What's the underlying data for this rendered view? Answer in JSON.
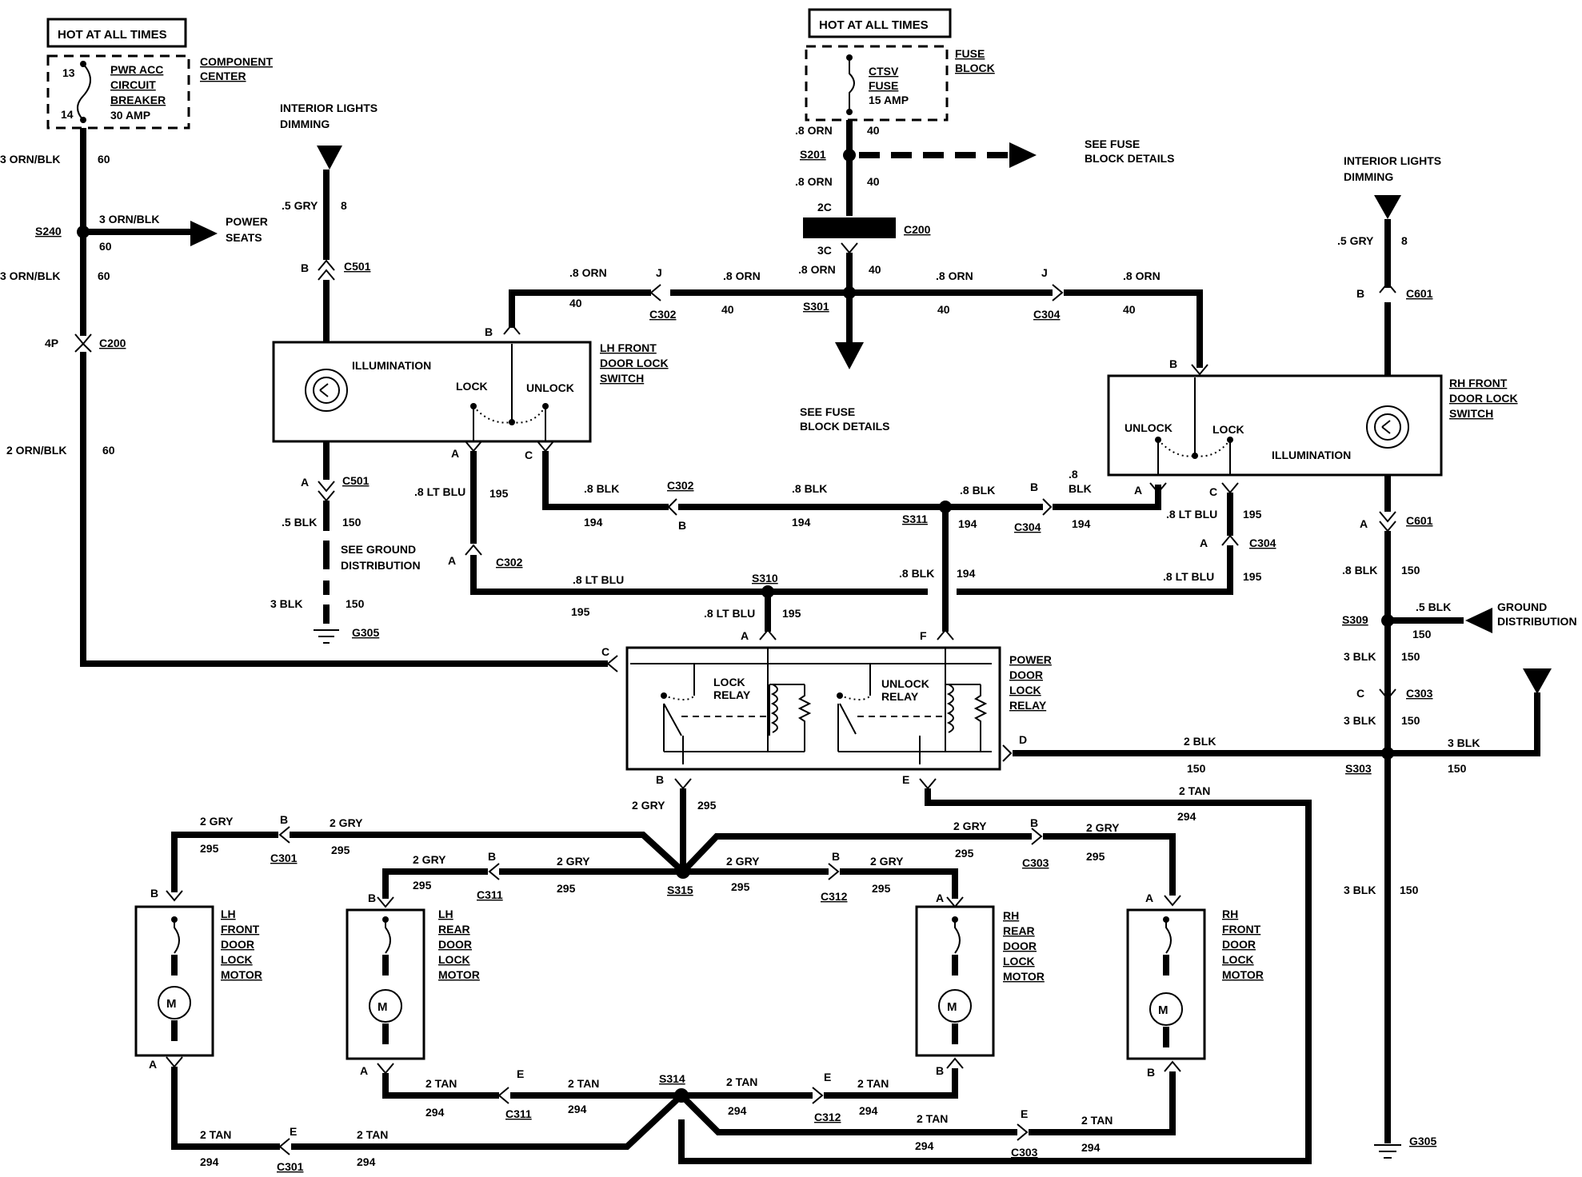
{
  "hot_at_all_times": "HOT AT ALL TIMES",
  "pwr_acc": {
    "t1": "PWR ACC",
    "t2": "CIRCUIT",
    "t3": "BREAKER",
    "t4": "30 AMP",
    "pin13": "13",
    "pin14": "14"
  },
  "component_center": {
    "l1": "COMPONENT",
    "l2": "CENTER"
  },
  "fuse": {
    "t1": "CTSV",
    "t2": "FUSE",
    "t3": "15 AMP"
  },
  "fuse_block": {
    "l1": "FUSE",
    "l2": "BLOCK"
  },
  "see_fuse_block_details": {
    "l1": "SEE FUSE",
    "l2": "BLOCK DETAILS"
  },
  "interior_lights": {
    "l1": "INTERIOR LIGHTS",
    "l2": "DIMMING"
  },
  "power_seats": {
    "l1": "POWER",
    "l2": "SEATS"
  },
  "see_ground": {
    "l1": "SEE GROUND",
    "l2": "DISTRIBUTION"
  },
  "ground_distribution": {
    "l1": "GROUND",
    "l2": "DISTRIBUTION"
  },
  "lh_switch": {
    "l1": "LH FRONT",
    "l2": "DOOR LOCK",
    "l3": "SWITCH"
  },
  "rh_switch": {
    "l1": "RH FRONT",
    "l2": "DOOR LOCK",
    "l3": "SWITCH"
  },
  "illumination": "ILLUMINATION",
  "lock": "LOCK",
  "unlock": "UNLOCK",
  "relay": {
    "l1": "POWER",
    "l2": "DOOR",
    "l3": "LOCK",
    "l4": "RELAY",
    "lock": "LOCK",
    "unlock": "UNLOCK",
    "relay": "RELAY"
  },
  "motors": {
    "lh_front": [
      "LH",
      "FRONT",
      "DOOR",
      "LOCK",
      "MOTOR"
    ],
    "lh_rear": [
      "LH",
      "REAR",
      "DOOR",
      "LOCK",
      "MOTOR"
    ],
    "rh_rear": [
      "RH",
      "REAR",
      "DOOR",
      "LOCK",
      "MOTOR"
    ],
    "rh_front": [
      "RH",
      "FRONT",
      "DOOR",
      "LOCK",
      "MOTOR"
    ],
    "m": "M"
  },
  "connectors": {
    "c200": "C200",
    "c501": "C501",
    "c302": "C302",
    "c304": "C304",
    "c601": "C601",
    "c303": "C303",
    "c301": "C301",
    "c311": "C311",
    "c312": "C312",
    "s240": "S240",
    "s201": "S201",
    "s301": "S301",
    "s311": "S311",
    "s310": "S310",
    "s309": "S309",
    "s303": "S303",
    "s315": "S315",
    "s314": "S314",
    "g305": "G305"
  },
  "wires": {
    "orn_blk3": "3 ORN/BLK",
    "orn_blk2": "2 ORN/BLK",
    "n60": "60",
    "gry5": ".5 GRY",
    "n8": "8",
    "orn8": ".8 ORN",
    "n40": "40",
    "blk5": ".5 BLK",
    "blk3": "3 BLK",
    "n150": "150",
    "blk8": ".8 BLK",
    "blk8a": ".8",
    "blk8b": "BLK",
    "n194": "194",
    "ltblu8": ".8 LT BLU",
    "n195": "195",
    "blk2": "2 BLK",
    "tan2": "2 TAN",
    "n294": "294",
    "gry2": "2 GRY",
    "n295": "295"
  },
  "pins": {
    "a": "A",
    "b": "B",
    "c": "C",
    "d": "D",
    "e": "E",
    "f": "F",
    "j": "J",
    "p2c": "2C",
    "p3c": "3C",
    "p4p": "4P"
  }
}
